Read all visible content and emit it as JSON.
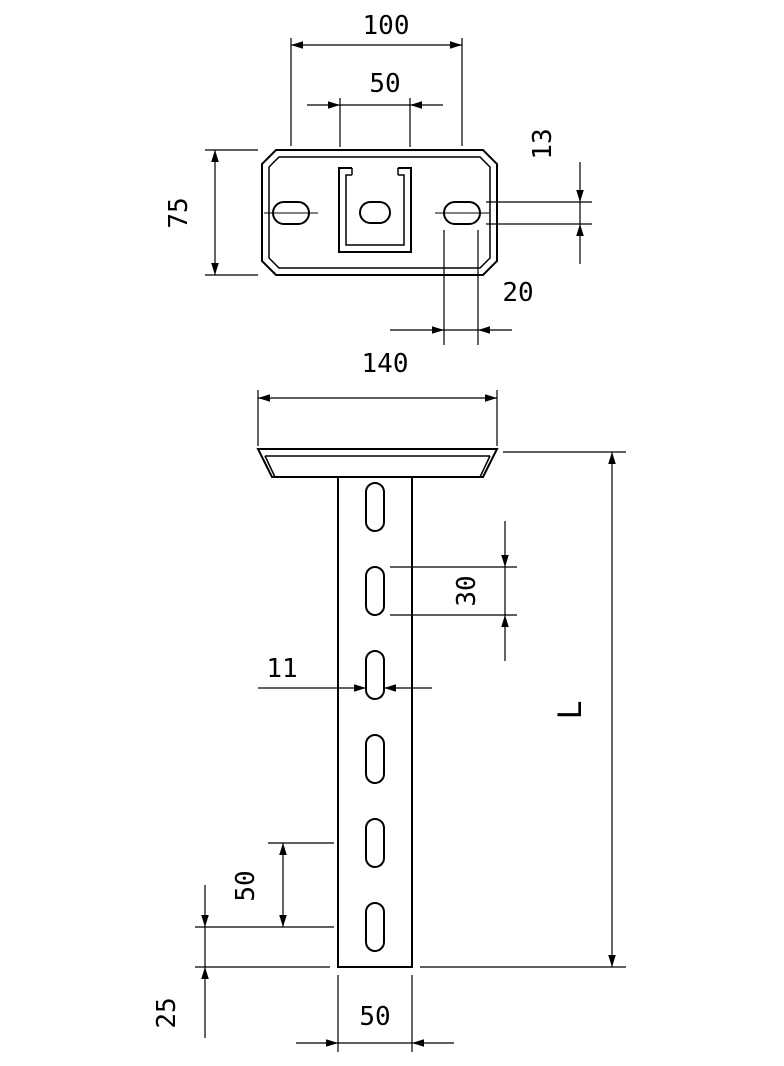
{
  "colors": {
    "line": "#000000",
    "background": "#ffffff"
  },
  "dimensions": {
    "top_view": {
      "hole_pitch": "100",
      "center_width": "50",
      "slot_height": "13",
      "plate_depth": "75",
      "slot_length": "20",
      "plate_width": "140"
    },
    "front_view": {
      "slot_length": "30",
      "slot_width": "11",
      "overall_length": "L",
      "slot_pitch": "50",
      "end_offset": "25",
      "profile_width": "50"
    }
  }
}
